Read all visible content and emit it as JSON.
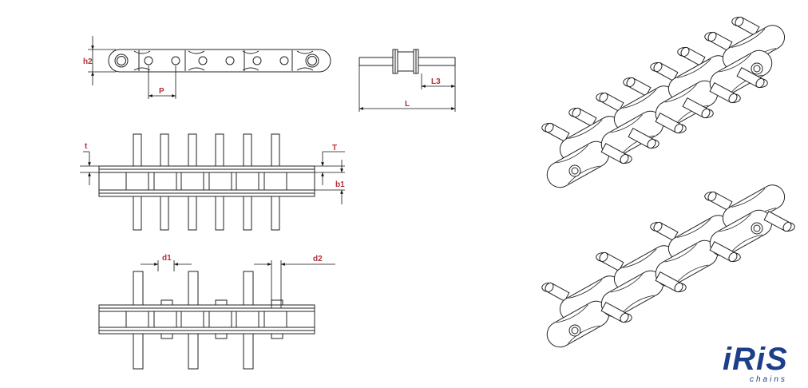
{
  "labels": {
    "h2": "h2",
    "P": "P",
    "L3": "L3",
    "L": "L",
    "t": "t",
    "T": "T",
    "b1": "b1",
    "d1": "d1",
    "d2": "d2"
  },
  "logo": {
    "main": "iRiS",
    "sub": "chains"
  },
  "colors": {
    "dimension_label": "#b0303a",
    "logo": "#1c3f8a"
  }
}
